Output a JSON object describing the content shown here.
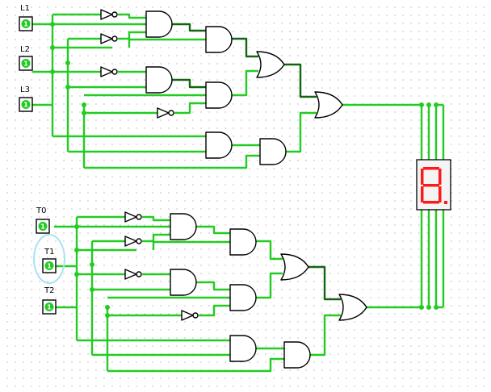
{
  "inputs": {
    "group_a": [
      {
        "label": "L1",
        "value": "1"
      },
      {
        "label": "L2",
        "value": "1"
      },
      {
        "label": "L3",
        "value": "1"
      }
    ],
    "group_b": [
      {
        "label": "T0",
        "value": "1"
      },
      {
        "label": "T1",
        "value": "1"
      },
      {
        "label": "T2",
        "value": "1"
      }
    ]
  },
  "display": {
    "lit_segments": [
      "a",
      "b",
      "c",
      "d",
      "e",
      "f",
      "g",
      "dp"
    ]
  },
  "colors": {
    "wire_active": "#22cc22",
    "wire_dark": "#116611",
    "segment_lit": "#ff1a1a",
    "selection_ring": "#a8e2f2"
  }
}
